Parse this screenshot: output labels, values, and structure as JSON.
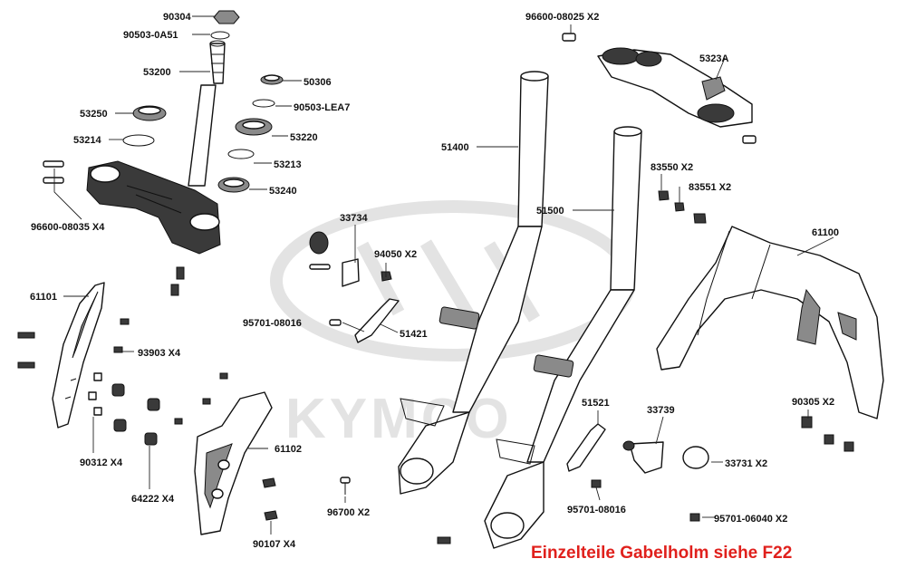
{
  "watermark": {
    "brand": "KYMCO"
  },
  "labels": {
    "p90304": "90304",
    "p90503_0A51": "90503-0A51",
    "p53200": "53200",
    "p53250": "53250",
    "p53214": "53214",
    "p96600_08035": "96600-08035 X4",
    "p50306": "50306",
    "p90503_LEA7": "90503-LEA7",
    "p53220": "53220",
    "p53213": "53213",
    "p53240": "53240",
    "p61101": "61101",
    "p93903": "93903  X4",
    "p90312": "90312  X4",
    "p64222": "64222  X4",
    "p61102": "61102",
    "p90107": "90107  X4",
    "p96700": "96700  X2",
    "p33734": "33734",
    "p94050": "94050  X2",
    "p95701_08016a": "95701-08016",
    "p51421": "51421",
    "p51400": "51400",
    "p51500": "51500",
    "p96600_08025": "96600-08025 X2",
    "p5323A": "5323A",
    "p83550": "83550  X2",
    "p83551": "83551  X2",
    "p61100": "61100",
    "p90305": "90305  X2",
    "p51521": "51521",
    "p33739": "33739",
    "p33731": "33731  X2",
    "p95701_08016b": "95701-08016",
    "p95701_06040": "95701-06040 X2"
  },
  "footer_note": "Einzelteile Gabelholm siehe F22"
}
